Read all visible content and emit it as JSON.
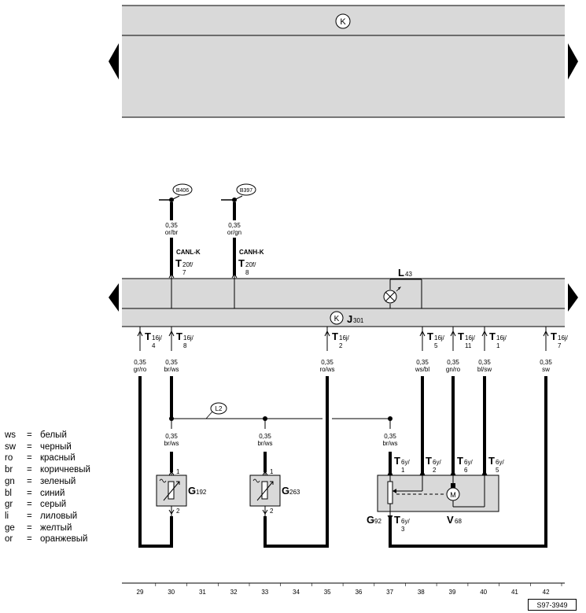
{
  "top_panel": {
    "k_symbol": "K"
  },
  "connectors": {
    "b406": "B406",
    "b397": "B397",
    "l2": "L2"
  },
  "wires": [
    {
      "id": "w-canl",
      "size": "0,35",
      "color": "or/br"
    },
    {
      "id": "w-canh",
      "size": "0,35",
      "color": "or/gn"
    },
    {
      "id": "w29",
      "size": "0,35",
      "color": "gr/ro"
    },
    {
      "id": "w30",
      "size": "0,35",
      "color": "br/ws"
    },
    {
      "id": "w35",
      "size": "0,35",
      "color": "ro/ws"
    },
    {
      "id": "w38",
      "size": "0,35",
      "color": "ws/bl"
    },
    {
      "id": "w39",
      "size": "0,35",
      "color": "gn/ro"
    },
    {
      "id": "w40",
      "size": "0,35",
      "color": "bl/sw"
    },
    {
      "id": "w42",
      "size": "0,35",
      "color": "sw"
    },
    {
      "id": "w30b",
      "size": "0,35",
      "color": "br/ws"
    },
    {
      "id": "w33",
      "size": "0,35",
      "color": "br/ws"
    },
    {
      "id": "w37",
      "size": "0,35",
      "color": "br/ws"
    }
  ],
  "bus_labels": {
    "canl": "CANL-K",
    "canh": "CANH-K"
  },
  "t20": [
    {
      "main": "T",
      "sub": "20f/",
      "pin": "7"
    },
    {
      "main": "T",
      "sub": "20f/",
      "pin": "8"
    }
  ],
  "t16": [
    {
      "main": "T",
      "sub": "16j/",
      "pin": "4"
    },
    {
      "main": "T",
      "sub": "16j/",
      "pin": "8"
    },
    {
      "main": "T",
      "sub": "16j/",
      "pin": "2"
    },
    {
      "main": "T",
      "sub": "16j/",
      "pin": "5"
    },
    {
      "main": "T",
      "sub": "16j/",
      "pin": "11"
    },
    {
      "main": "T",
      "sub": "16j/",
      "pin": "1"
    },
    {
      "main": "T",
      "sub": "16j/",
      "pin": "7"
    }
  ],
  "t6": [
    {
      "main": "T",
      "sub": "6y/",
      "pin": "1"
    },
    {
      "main": "T",
      "sub": "6y/",
      "pin": "2"
    },
    {
      "main": "T",
      "sub": "6y/",
      "pin": "6"
    },
    {
      "main": "T",
      "sub": "6y/",
      "pin": "5"
    },
    {
      "main": "T",
      "sub": "6y/",
      "pin": "3"
    }
  ],
  "components": {
    "l43": {
      "main": "L",
      "sub": "43"
    },
    "j301": {
      "k": "K",
      "main": "J",
      "sub": "301"
    },
    "g192": {
      "main": "G",
      "sub": "192",
      "pin_top": "1",
      "pin_bottom": "2"
    },
    "g263": {
      "main": "G",
      "sub": "263",
      "pin_top": "1",
      "pin_bottom": "2"
    },
    "g92": {
      "main": "G",
      "sub": "92"
    },
    "v68": {
      "main": "V",
      "sub": "68",
      "motor": "M"
    }
  },
  "legend": [
    {
      "code": "ws",
      "eq": "=",
      "name": "белый"
    },
    {
      "code": "sw",
      "eq": "=",
      "name": "черный"
    },
    {
      "code": "ro",
      "eq": "=",
      "name": "красный"
    },
    {
      "code": "br",
      "eq": "=",
      "name": "коричневый"
    },
    {
      "code": "gn",
      "eq": "=",
      "name": "зеленый"
    },
    {
      "code": "bl",
      "eq": "=",
      "name": "синий"
    },
    {
      "code": "gr",
      "eq": "=",
      "name": "серый"
    },
    {
      "code": "li",
      "eq": "=",
      "name": "лиловый"
    },
    {
      "code": "ge",
      "eq": "=",
      "name": "желтый"
    },
    {
      "code": "or",
      "eq": "=",
      "name": "оранжевый"
    }
  ],
  "tracks": [
    "29",
    "30",
    "31",
    "32",
    "33",
    "34",
    "35",
    "36",
    "37",
    "38",
    "39",
    "40",
    "41",
    "42"
  ],
  "code": "S97-3949"
}
